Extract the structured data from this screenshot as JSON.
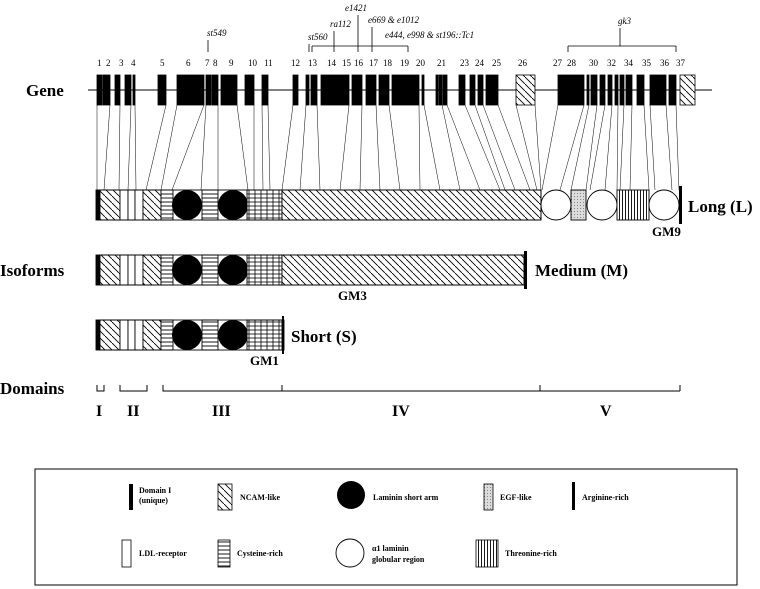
{
  "gene_label": "Gene",
  "isoforms_label": "Isoforms",
  "domains_label": "Domains",
  "exon_numbers": [
    "1",
    "2",
    "3",
    "4",
    "5",
    "6",
    "7",
    "8",
    "9",
    "10",
    "11",
    "12",
    "13",
    "14",
    "15",
    "16",
    "17",
    "18",
    "19",
    "20",
    "21",
    "23",
    "24",
    "25",
    "26",
    "27",
    "28",
    "30",
    "32",
    "34",
    "35",
    "36",
    "37"
  ],
  "mutations": [
    "st549",
    "st560",
    "ra112",
    "e1421",
    "e669 & e1012",
    "e444, e998 & st196::Tc1",
    "gk3"
  ],
  "isoforms": {
    "long": "Long (L)",
    "medium": "Medium (M)",
    "short": "Short (S)"
  },
  "gm_labels": {
    "gm9": "GM9",
    "gm3": "GM3",
    "gm1": "GM1"
  },
  "domains": [
    "I",
    "II",
    "III",
    "IV",
    "V"
  ],
  "legend": {
    "domain1_line1": "Domain I",
    "domain1_line2": "(unique)",
    "ncam": "NCAM-like",
    "laminin_short": "Laminin short arm",
    "egf": "EGF-like",
    "arginine": "Arginine-rich",
    "ldl": "LDL-receptor",
    "cysteine": "Cysteine-rich",
    "a1_line1": "α1 laminin",
    "a1_line2": "globular region",
    "threonine": "Threonine-rich"
  }
}
